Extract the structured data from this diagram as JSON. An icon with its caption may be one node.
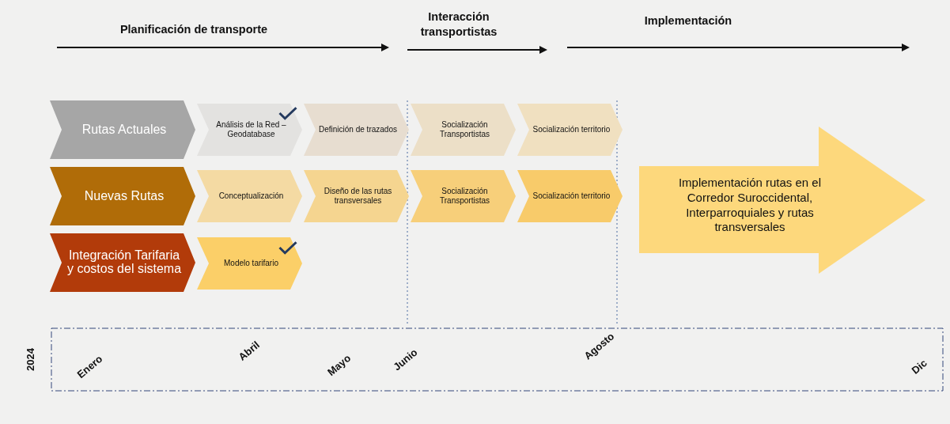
{
  "diagram": {
    "nodes": [
      {
        "text": [
          "Rutas Actuales"
        ]
      },
      {
        "text": [
          "Análisis de la Red – Geodatabase"
        ]
      },
      {
        "text": [
          "Definición de trazados"
        ]
      },
      {
        "text": [
          "Socialización Transportistas"
        ]
      },
      {
        "text": [
          "Socialización territorio"
        ]
      },
      {
        "text": [
          "Nuevas Rutas"
        ]
      },
      {
        "text": [
          "Conceptualización"
        ]
      },
      {
        "text": [
          "Diseño de las rutas transversales"
        ]
      },
      {
        "text": [
          "Socialización Transportistas"
        ]
      },
      {
        "text": [
          "Socialización territorio"
        ]
      },
      {
        "text": [
          "Integración Tarifaria y costos del sistema"
        ]
      },
      {
        "text": [
          "Modelo tarifario"
        ]
      },
      {
        "text": [
          "Implementación rutas en el Corredor Suroccidental, Interparroquiales y rutas transversales"
        ]
      }
    ],
    "labels": [
      "Planificación de transporte",
      "Interacción transportistas",
      "Implementación",
      "2024",
      "Enero",
      "Abril",
      "Mayo",
      "Junio",
      "Agosto",
      "Dic"
    ]
  }
}
